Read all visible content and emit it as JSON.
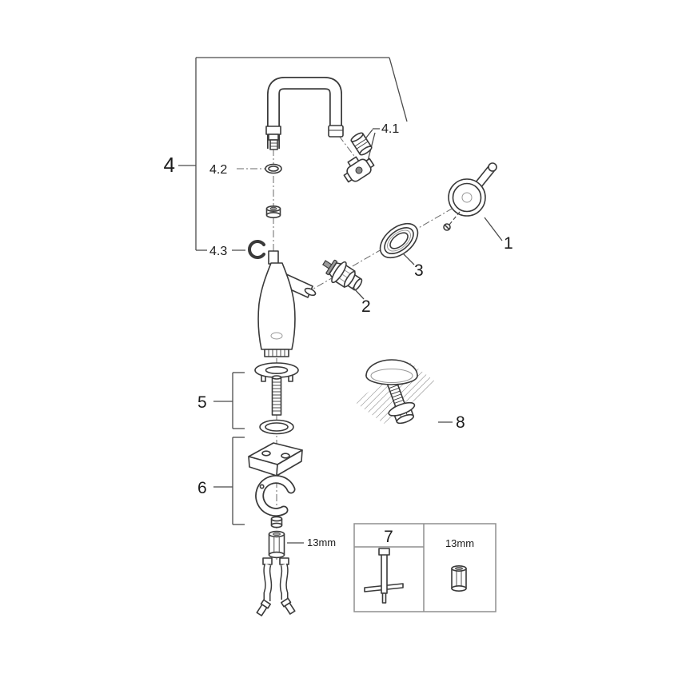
{
  "figure": {
    "type": "exploded-parts-diagram",
    "background_color": "#ffffff",
    "line_color": "#3a3a3a",
    "labels": {
      "part_1": "1",
      "part_2": "2",
      "part_3": "3",
      "part_4": "4",
      "part_4_1": "4.1",
      "part_4_2": "4.2",
      "part_4_3": "4.3",
      "part_5": "5",
      "part_6": "6",
      "part_7": "7",
      "part_8": "8",
      "hex_key_size_callout": "13mm",
      "hex_key_size_box": "13mm"
    }
  }
}
